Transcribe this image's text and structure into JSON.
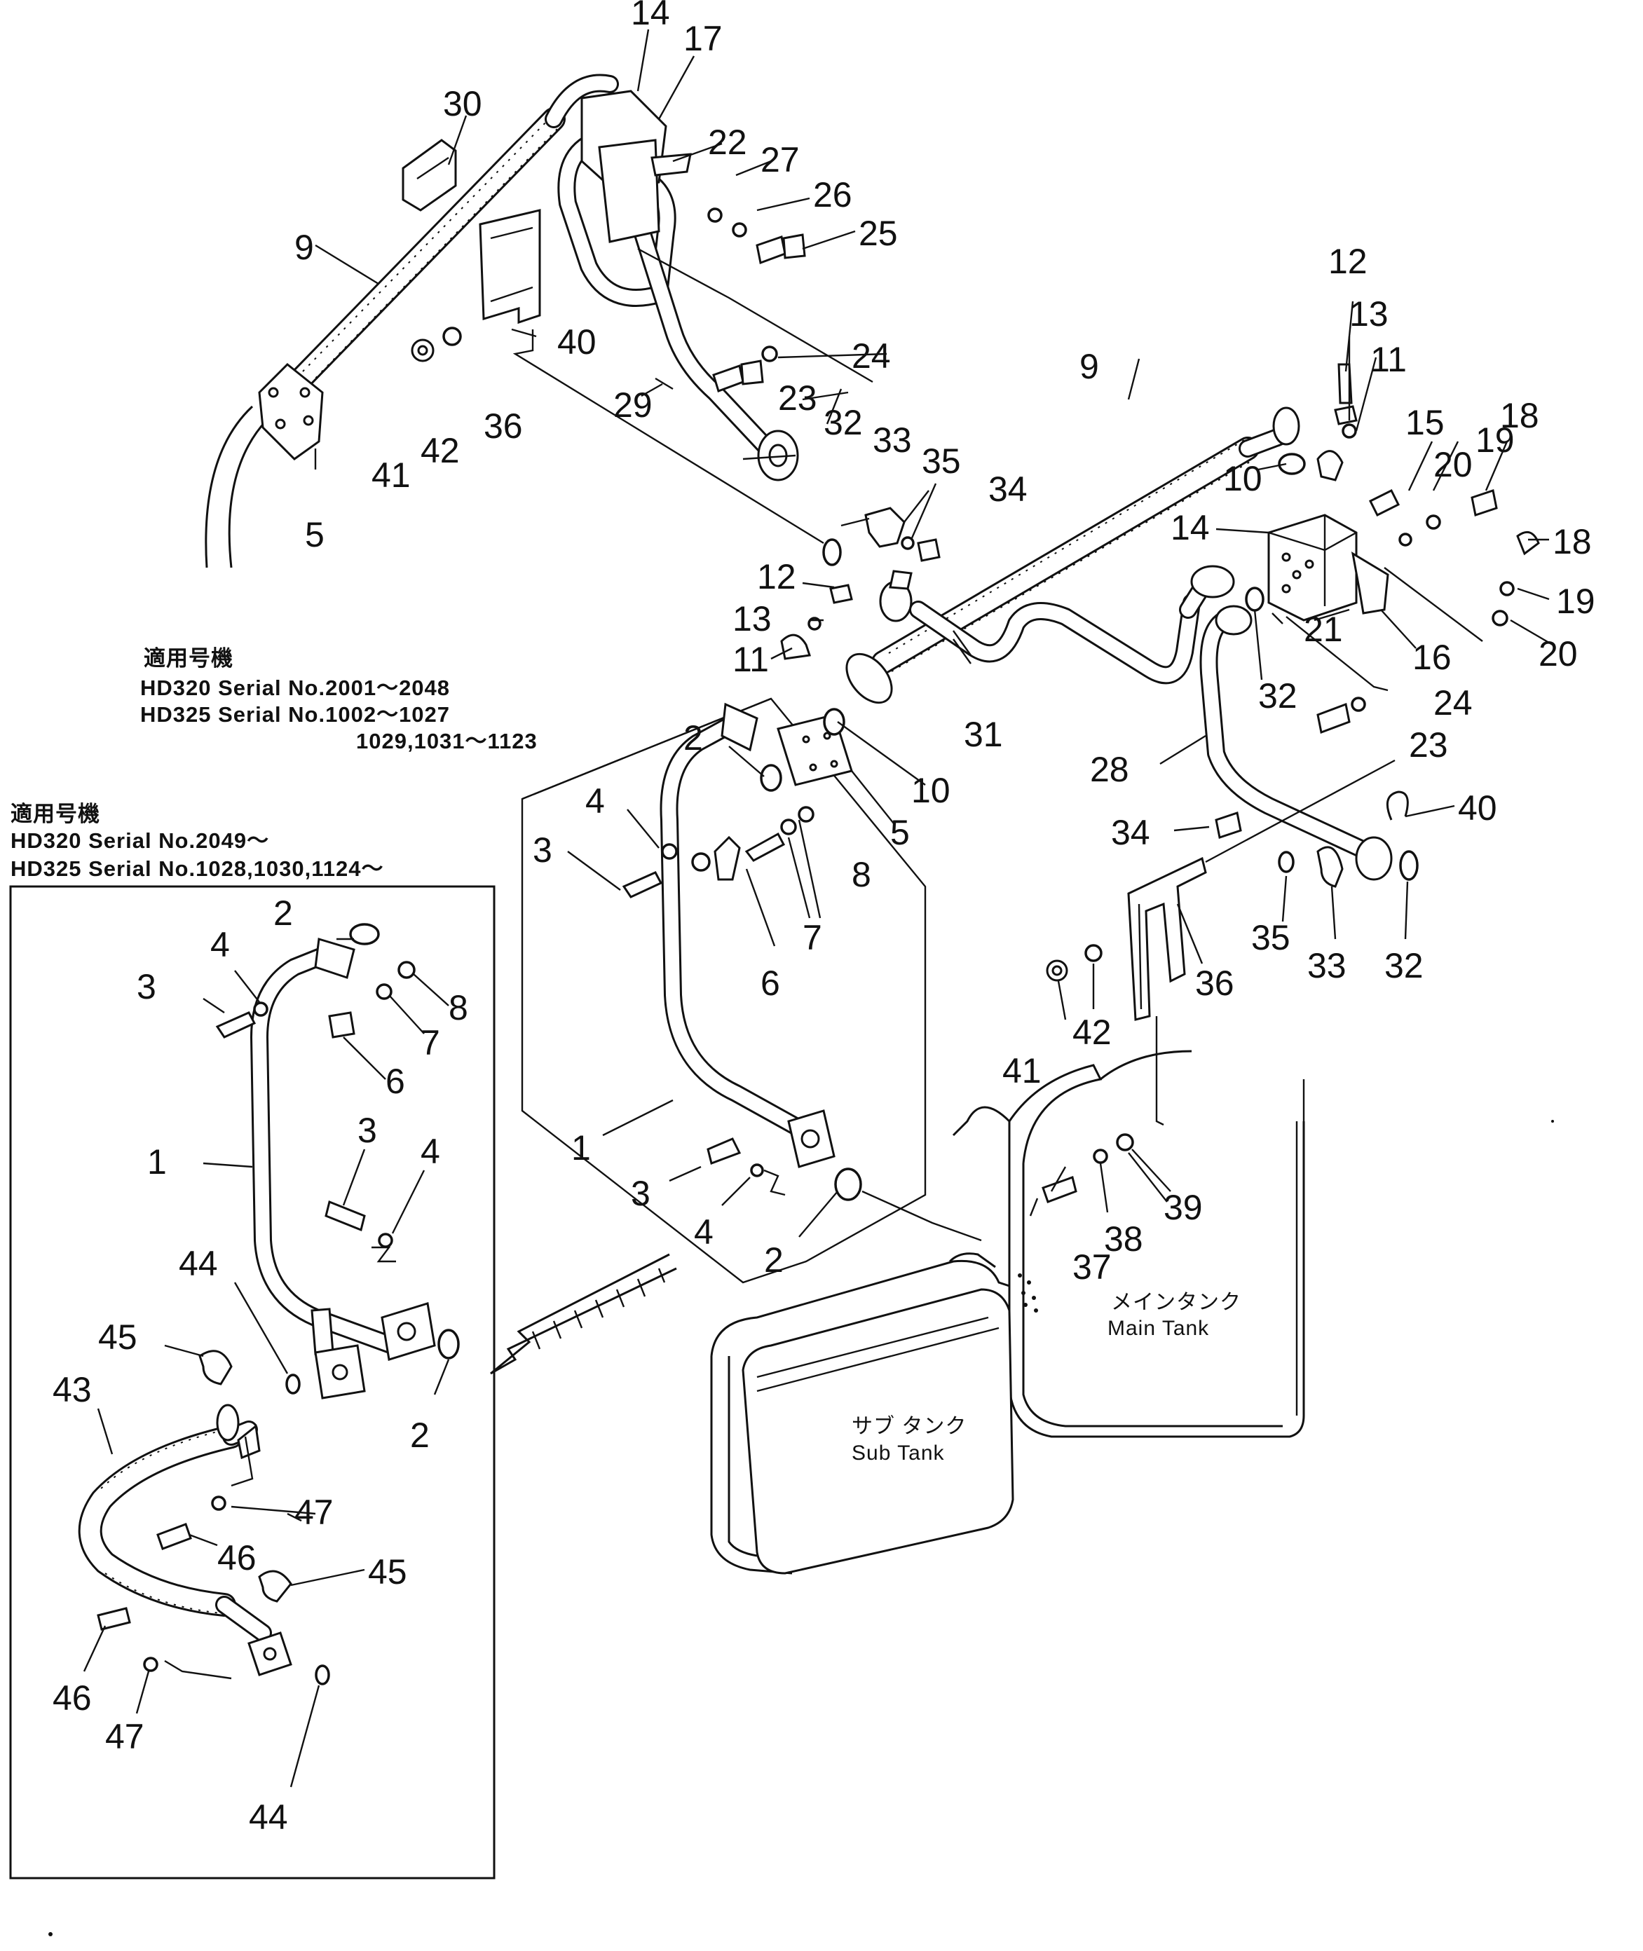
{
  "notes": {
    "upper": {
      "title": "適用号機",
      "line1": "HD320 Serial No.2001〜2048",
      "line2": "HD325 Serial No.1002〜1027",
      "line3": "1029,1031〜1123"
    },
    "lower": {
      "title": "適用号機",
      "line1": "HD320 Serial No.2049〜",
      "line2": "HD325 Serial No.1028,1030,1124〜"
    }
  },
  "tanks": {
    "sub_jp": "サブ タンク",
    "sub_en": "Sub Tank",
    "main_jp": "メインタンク",
    "main_en": "Main Tank"
  },
  "callouts": [
    "1",
    "2",
    "3",
    "4",
    "5",
    "6",
    "7",
    "8",
    "9",
    "10",
    "11",
    "12",
    "13",
    "14",
    "15",
    "16",
    "17",
    "18",
    "19",
    "20",
    "21",
    "22",
    "23",
    "24",
    "25",
    "26",
    "27",
    "28",
    "29",
    "30",
    "31",
    "32",
    "33",
    "34",
    "35",
    "36",
    "37",
    "38",
    "39",
    "40",
    "41",
    "42",
    "43",
    "44",
    "45",
    "46",
    "47"
  ]
}
